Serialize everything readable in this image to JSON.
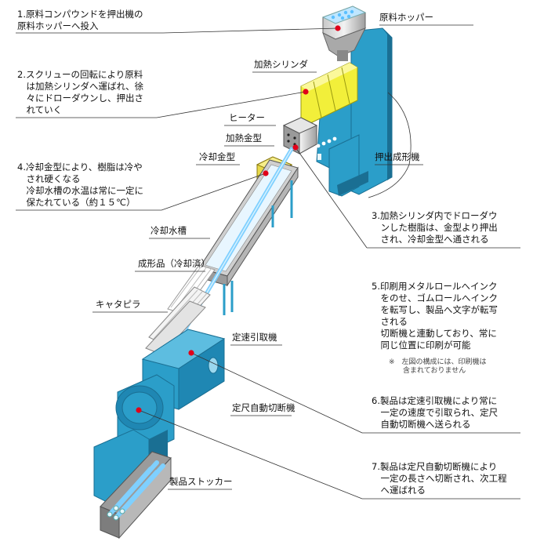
{
  "steps": [
    {
      "num": "1.",
      "text": "原料コンパウンドを押出機の\n原料ホッパーへ投入"
    },
    {
      "num": "2.",
      "text": "スクリューの回転により原料\n　は加熱シリンダへ運ばれ、徐\n　々にドローダウンし、押出さ\n　れていく"
    },
    {
      "num": "3.",
      "text": "加熱シリンダ内でドローダウ\n　ンした樹脂は、金型より押出\n　され、冷却金型へ通される"
    },
    {
      "num": "4.",
      "text": "冷却金型により、樹脂は冷や\n　され硬くなる\n　冷却水槽の水温は常に一定に\n　保たれている（約１５℃）"
    },
    {
      "num": "5.",
      "text": "印刷用メタルロールへインク\n　をのせ、ゴムロールへインク\n　を転写し、製品へ文字が転写\n　される\n　切断機と連動しており、常に\n　同じ位置に印刷が可能"
    },
    {
      "num": "6.",
      "text": "製品は定速引取機により常に\n　一定の速度で引取られ、定尺\n　自動切断機へ送られる"
    },
    {
      "num": "7.",
      "text": "製品は定尺自動切断機により\n　一定の長さへ切断され、次工程\n　へ運ばれる"
    }
  ],
  "note": "※　左図の構成には、印刷機は\n　　含まれておりません",
  "labels": {
    "hopper": "原料ホッパー",
    "cylinder": "加熱シリンダ",
    "heater": "ヒーター",
    "die": "加熱金型",
    "cooling_die": "冷却金型",
    "extruder": "押出成形機",
    "water_tank": "冷却水槽",
    "product": "成形品（冷却済）",
    "caterpillar": "キャタピラ",
    "haul_off": "定速引取機",
    "cutter": "定尺自動切断機",
    "stocker": "製品ストッカー"
  },
  "colors": {
    "machine": "#2b9ec9",
    "machine_dark": "#1a6f93",
    "cylinder": "#f2ef3a",
    "marker": "#e0001a",
    "line": "#333333"
  }
}
